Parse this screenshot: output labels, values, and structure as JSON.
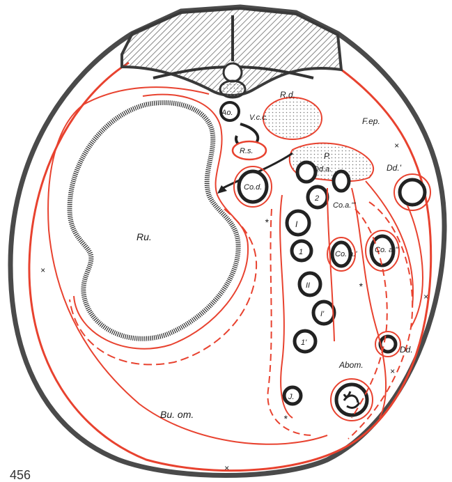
{
  "figure": {
    "number": "456",
    "colors": {
      "outline": "#4a4a4a",
      "serosa": "#e8422f",
      "ink": "#1a1a1a",
      "vertebra_hatch": "#555555"
    },
    "labels": {
      "ao": "Ao.",
      "vcc": "V.c.c.",
      "rd": "R.d.",
      "rs": "R.s.",
      "fep": "F.ep.",
      "p": "P.",
      "dda": "Dd.a.",
      "dd_prime": "Dd.'",
      "cod": "Co.d.",
      "two": "2",
      "coa3": "Co.a.'''",
      "roman_one": "I",
      "one": "1",
      "coa1": "Co. a.'",
      "coa2": "Co. a.''",
      "roman_two": "II",
      "roman_one_prime": "I'",
      "one_prime": "1'",
      "j": "J.",
      "dd": "Dd.",
      "abom": "Abom.",
      "ru": "Ru.",
      "bu_om": "Bu. om.",
      "star": "*",
      "cross": "×"
    }
  }
}
